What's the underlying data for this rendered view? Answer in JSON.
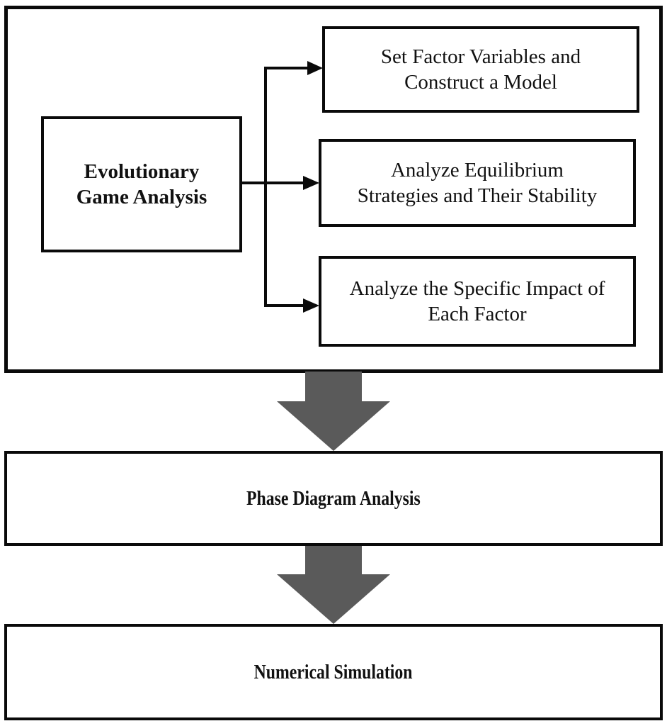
{
  "diagram": {
    "type": "flowchart",
    "group": {
      "source": {
        "label": "Evolutionary\nGame Analysis"
      },
      "targets": [
        {
          "label": "Set Factor Variables and\nConstruct a Model"
        },
        {
          "label": "Analyze Equilibrium\nStrategies and Their Stability"
        },
        {
          "label": "Analyze the Specific Impact of\nEach Factor"
        }
      ]
    },
    "steps": [
      {
        "label": "Phase Diagram Analysis"
      },
      {
        "label": "Numerical Simulation"
      }
    ],
    "colors": {
      "stroke": "#0a0a0a",
      "block_arrow": "#5a5a5a",
      "background": "#ffffff"
    }
  }
}
